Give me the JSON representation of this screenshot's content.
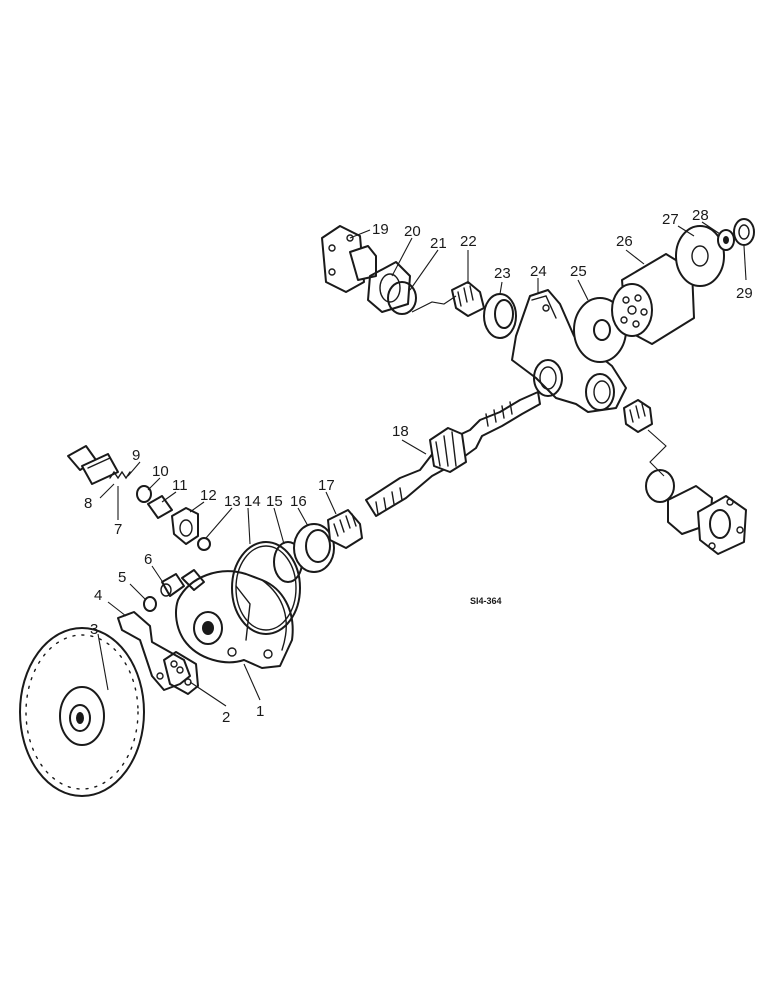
{
  "drawing_ref": "SI4-364",
  "callouts": [
    "1",
    "2",
    "3",
    "4",
    "5",
    "6",
    "7",
    "8",
    "9",
    "10",
    "11",
    "12",
    "13",
    "14",
    "15",
    "16",
    "17",
    "18",
    "19",
    "20",
    "21",
    "22",
    "23",
    "24",
    "25",
    "26",
    "27",
    "28",
    "29"
  ]
}
